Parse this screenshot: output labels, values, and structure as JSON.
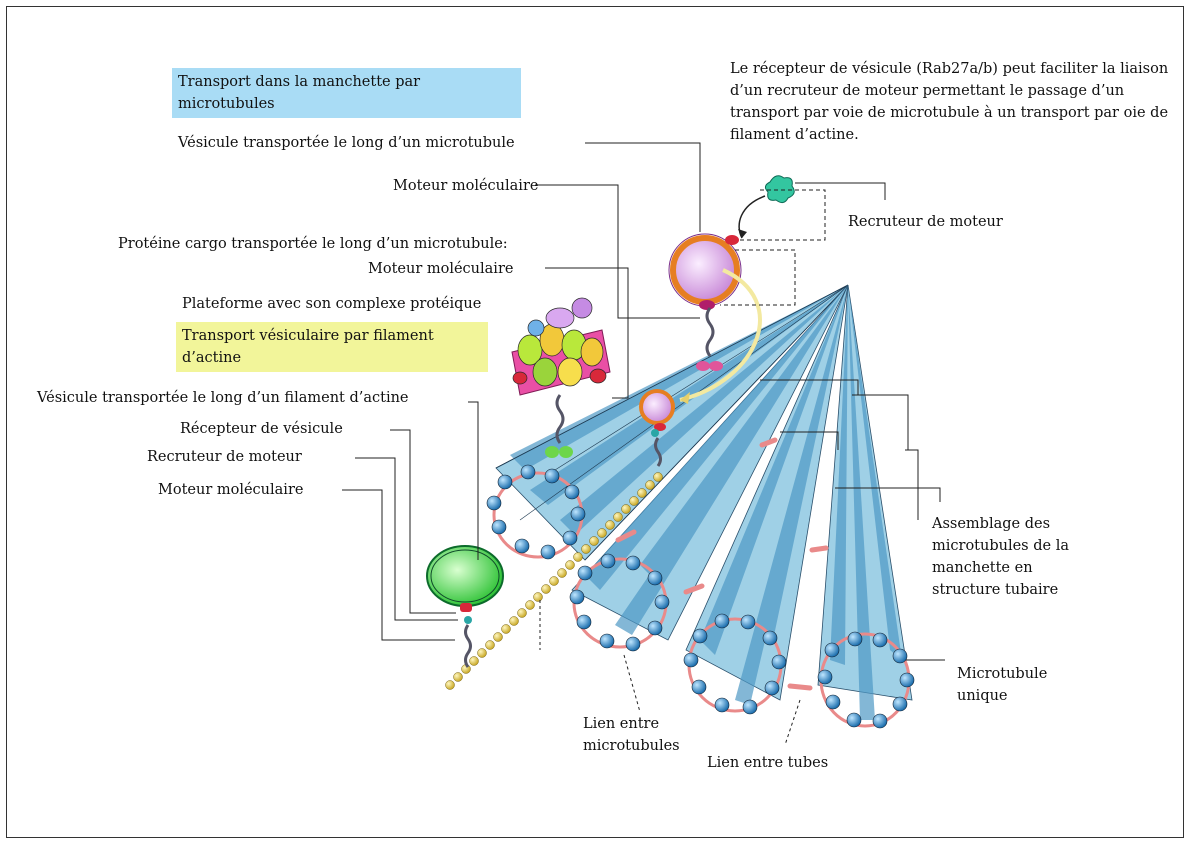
{
  "labels": {
    "transport_manchette": "Transport dans la manchette par microtubules",
    "vesicule_microtubule": "Vésicule transportée le long d’un microtubule",
    "moteur_1": "Moteur moléculaire",
    "proteine_cargo": "Protéine cargo transportée le long d’un microtubule:",
    "moteur_2": "Moteur moléculaire",
    "plateforme": "Plateforme avec son complexe protéique",
    "transport_actine": "Transport vésiculaire par filament d’actine",
    "vesicule_actine": "Vésicule transportée  le long d’un filament d’actine",
    "recepteur_vesicule": "Récepteur de vésicule",
    "recruteur_moteur_left": "Recruteur de moteur",
    "moteur_3": "Moteur moléculaire",
    "rab27": "Le récepteur de vésicule (Rab27a/b) peut faciliter la liaison d’un recruteur de moteur permettant le passage d’un transport par voie de microtubule à un transport par oie de filament d’actine.",
    "recruteur_moteur_right": "Recruteur de moteur",
    "assemblage": "Assemblage des microtubules de la manchette  en structure tubaire",
    "microtubule_unique": "Microtubule unique",
    "lien_microtubules": "Lien entre microtubules",
    "lien_tubes": "Lien entre tubes"
  },
  "colors": {
    "highlight_blue": "#a9dcf5",
    "highlight_yellow": "#f2f59a",
    "tube": "#8ec4dd",
    "tube_dark": "#3f86b5",
    "bead": "#2f8fcf",
    "link": "#e98a8a",
    "vesicle_fill": "#e9c6f2",
    "vesicle_ring": "#e67e22",
    "green_vesicle": "#7be27b",
    "actin": "#e8d96a"
  }
}
